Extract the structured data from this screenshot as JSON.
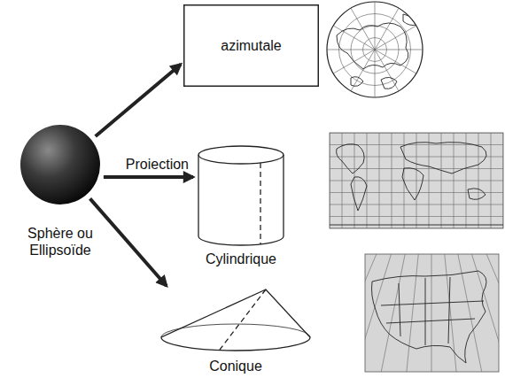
{
  "diagram": {
    "nodes": [
      {
        "text": [
          "Sphère ou Ellipsoïde"
        ]
      },
      {
        "text": [
          "azimutale"
        ]
      },
      {
        "text": [
          "Cylindrique"
        ]
      },
      {
        "text": [
          "Conique"
        ]
      }
    ],
    "edges": [
      {
        "from": 0,
        "to": 1,
        "arrow": "to"
      },
      {
        "from": 0,
        "to": 2,
        "arrow": "to",
        "label": "Proiection"
      },
      {
        "from": 0,
        "to": 3,
        "arrow": "to"
      }
    ]
  }
}
